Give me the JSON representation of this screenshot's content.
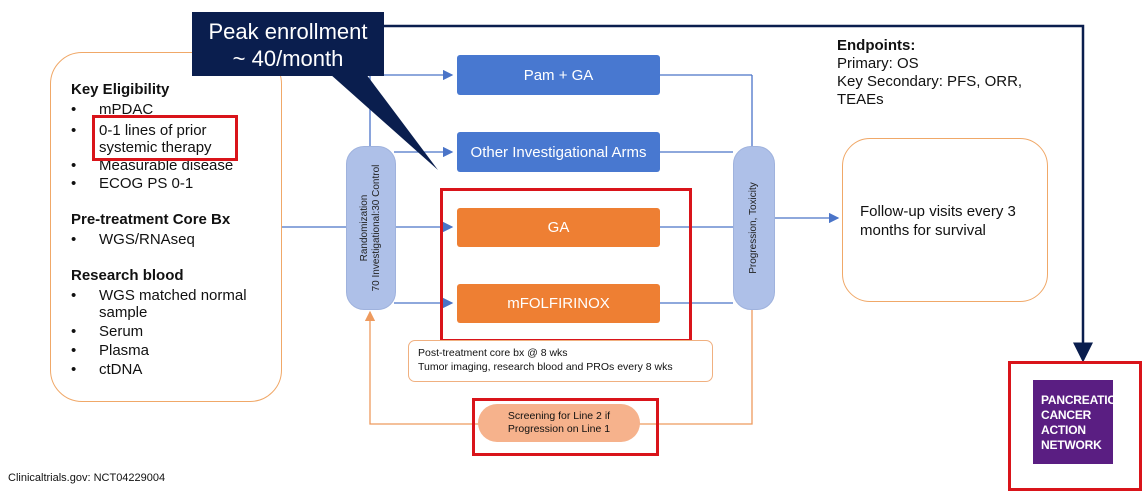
{
  "callout": {
    "line1": "Peak enrollment",
    "line2": "~ 40/month"
  },
  "eligibility": {
    "title": "Key Eligibility",
    "items": [
      "mPDAC",
      "0-1 lines of prior",
      "systemic therapy",
      "Measurable disease",
      "ECOG PS 0-1"
    ],
    "bx_title": "Pre-treatment Core Bx",
    "bx_items": [
      "WGS/RNAseq"
    ],
    "blood_title": "Research blood",
    "blood_items": [
      "WGS matched normal",
      "sample",
      "Serum",
      "Plasma",
      "ctDNA"
    ]
  },
  "randomization": {
    "line1": "Randomization",
    "line2": "70 Investigational:30 Control"
  },
  "arms": {
    "pam_ga": "Pam + GA",
    "other": "Other Investigational Arms",
    "ga": "GA",
    "mfolfirinox": "mFOLFIRINOX"
  },
  "progression": "Progression, Toxicity",
  "post_treatment": {
    "line1": "Post-treatment core bx @ 8 wks",
    "line2": "Tumor imaging, research blood and PROs every 8 wks"
  },
  "screening": {
    "line1": "Screening for Line 2 if",
    "line2": "Progression on Line 1"
  },
  "follow_up": {
    "line1": "Follow-up visits every 3",
    "line2": "months for survival"
  },
  "endpoints": {
    "title": "Endpoints:",
    "primary": "Primary: OS",
    "secondary1": "Key Secondary: PFS, ORR,",
    "secondary2": "TEAEs"
  },
  "logo": [
    "PANCREATIC",
    "CANCER",
    "ACTION",
    "NETWORK"
  ],
  "footer": "Clinicaltrials.gov: NCT04229004",
  "colors": {
    "navy": "#0a1e4e",
    "blue_arm": "#4878d0",
    "orange_arm": "#ee7f33",
    "highlight_red": "#d9141a",
    "brand_purple": "#5a1e82"
  }
}
